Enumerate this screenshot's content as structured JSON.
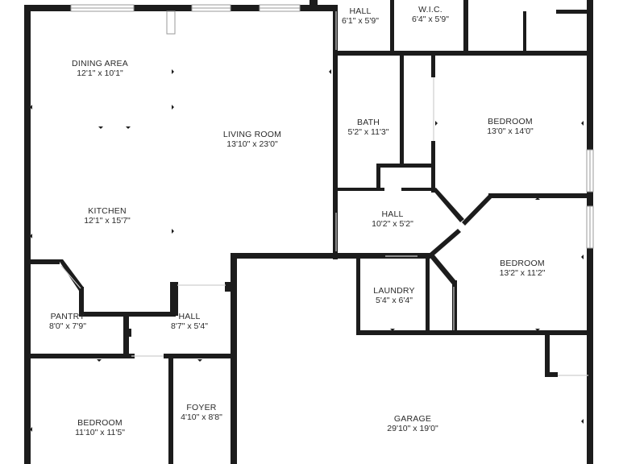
{
  "rooms": [
    {
      "id": "hall-top",
      "name": "HALL",
      "dims": "6'1\" x 5'9\""
    },
    {
      "id": "wic",
      "name": "W.I.C.",
      "dims": "6'4\" x 5'9\""
    },
    {
      "id": "dining",
      "name": "DINING AREA",
      "dims": "12'1\" x 10'1\""
    },
    {
      "id": "living",
      "name": "LIVING ROOM",
      "dims": "13'10\" x 23'0\""
    },
    {
      "id": "bath",
      "name": "BATH",
      "dims": "5'2\" x 11'3\""
    },
    {
      "id": "bedroom-ne",
      "name": "BEDROOM",
      "dims": "13'0\" x 14'0\""
    },
    {
      "id": "kitchen",
      "name": "KITCHEN",
      "dims": "12'1\" x 15'7\""
    },
    {
      "id": "hall-mid",
      "name": "HALL",
      "dims": "10'2\" x 5'2\""
    },
    {
      "id": "bedroom-e",
      "name": "BEDROOM",
      "dims": "13'2\" x 11'2\""
    },
    {
      "id": "laundry",
      "name": "LAUNDRY",
      "dims": "5'4\" x 6'4\""
    },
    {
      "id": "pantry",
      "name": "PANTRY",
      "dims": "8'0\" x 7'9\""
    },
    {
      "id": "hall-sw",
      "name": "HALL",
      "dims": "8'7\" x 5'4\""
    },
    {
      "id": "bedroom-sw",
      "name": "BEDROOM",
      "dims": "11'10\" x 11'5\""
    },
    {
      "id": "foyer",
      "name": "FOYER",
      "dims": "4'10\" x 8'8\""
    },
    {
      "id": "garage",
      "name": "GARAGE",
      "dims": "29'10\" x 19'0\""
    }
  ],
  "colors": {
    "wall": "#1c1c1c",
    "background": "#ffffff",
    "text": "#2a2a2a"
  }
}
